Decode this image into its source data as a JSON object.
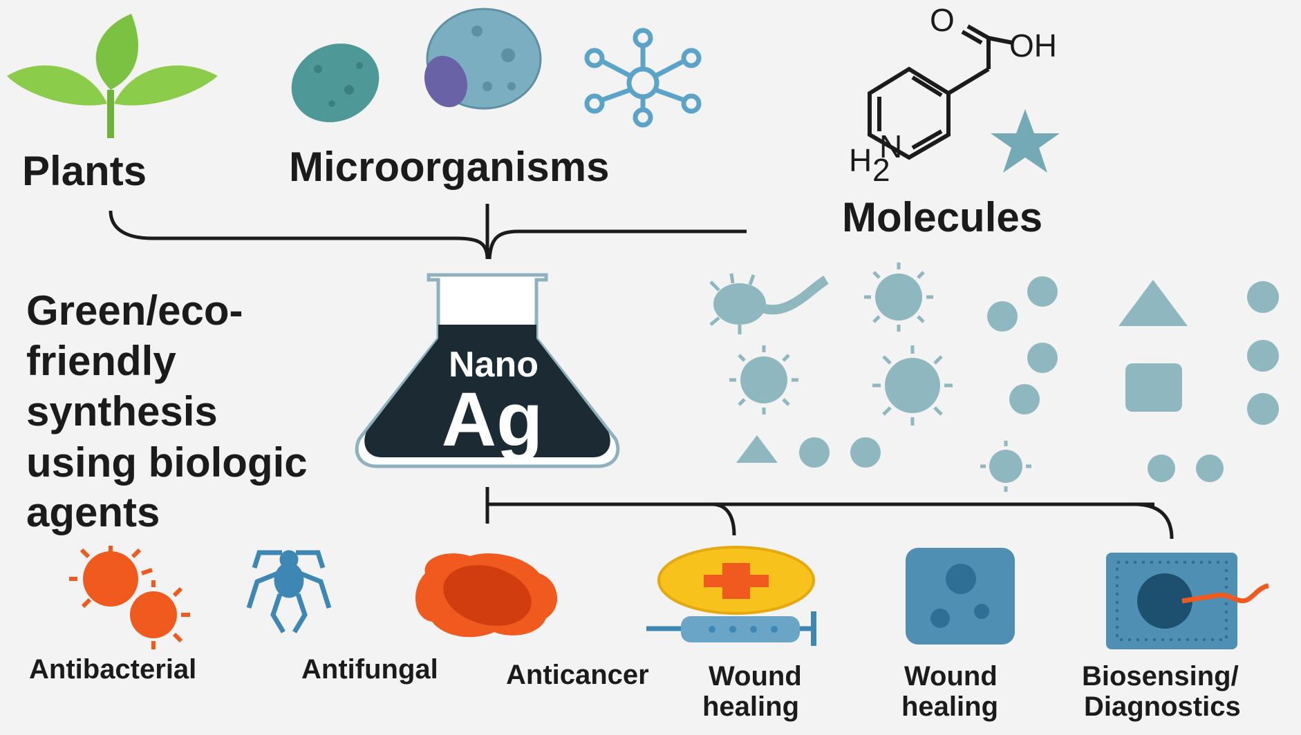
{
  "sources": {
    "plants": "Plants",
    "microorganisms": "Microorganisms",
    "molecules": "Molecules"
  },
  "chem": {
    "o": "O",
    "oh": "OH",
    "n": "N",
    "h2": "H",
    "sub2": "2"
  },
  "center": {
    "title_lines": [
      "Green/eco-",
      "friendly",
      "synthesis",
      "using biologic",
      "agents"
    ],
    "flask_top": "Nano",
    "flask_main": "Ag"
  },
  "applications": {
    "antibacterial": "Antibacterial",
    "antifungal": "Antifungal",
    "anticancer": "Anticancer",
    "wound1_a": "Wound",
    "wound1_b": "healing",
    "wound2_a": "Wound",
    "wound2_b": "healing",
    "bio_a": "Biosensing/",
    "bio_b": "Diagnostics"
  },
  "colors": {
    "green": "#7cc242",
    "teal": "#5f9ea3",
    "lightTeal": "#8fb7bf",
    "dark": "#1c2a33",
    "orange": "#f05a1e",
    "blue": "#3e87b5",
    "yellow": "#f7c21c"
  }
}
